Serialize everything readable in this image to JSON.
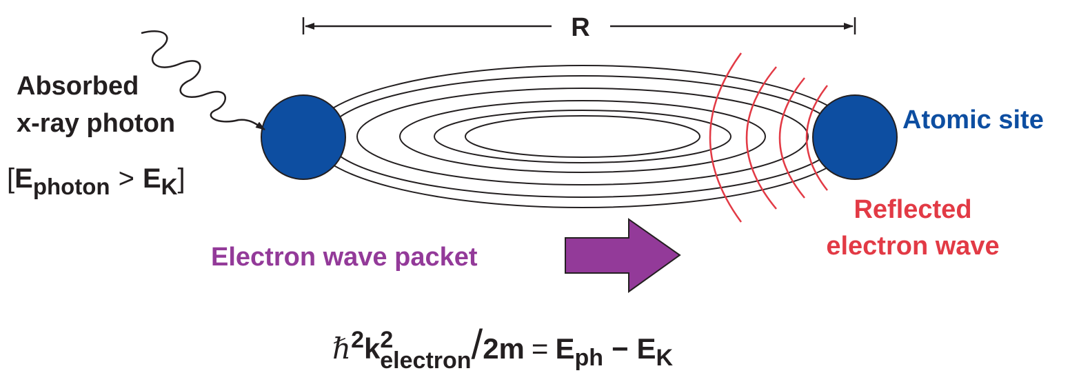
{
  "colors": {
    "atom": "#0d4ea1",
    "atom_label": "#0d4ea1",
    "reflected": "#e23a45",
    "packet": "#933a99",
    "ink": "#231f20"
  },
  "distance_label": "R",
  "photon_label": {
    "line1": "Absorbed",
    "line2": "x-ray photon"
  },
  "condition": {
    "open": "[",
    "e1": "E",
    "e1_sub": "photon",
    "op": ">",
    "e2": "E",
    "e2_sub": "K",
    "close": "]"
  },
  "atomic_site_label": "Atomic site",
  "reflected_label": {
    "line1": "Reflected",
    "line2": "electron wave"
  },
  "packet_label": "Electron wave packet",
  "equation": {
    "hbar": "ℏ",
    "hbar_exp": "2",
    "k": "k",
    "k_exp": "2",
    "k_sub": "electron",
    "slash": "/",
    "denominator": "2m",
    "equals": "=",
    "lhs_e": "E",
    "lhs_sub": "ph",
    "minus": "−",
    "rhs_e": "E",
    "rhs_sub": "K"
  }
}
